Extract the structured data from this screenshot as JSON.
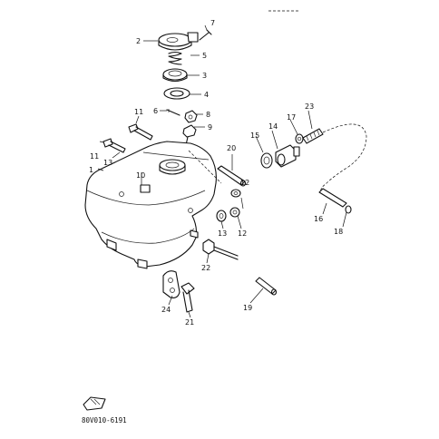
{
  "diagram": {
    "callouts": [
      {
        "id": "c1",
        "text": "1"
      },
      {
        "id": "c2",
        "text": "2"
      },
      {
        "id": "c3",
        "text": "3"
      },
      {
        "id": "c4",
        "text": "4"
      },
      {
        "id": "c5",
        "text": "5"
      },
      {
        "id": "c6",
        "text": "6"
      },
      {
        "id": "c7",
        "text": "7"
      },
      {
        "id": "c8",
        "text": "8"
      },
      {
        "id": "c9",
        "text": "9"
      },
      {
        "id": "c10",
        "text": "10"
      },
      {
        "id": "c11a",
        "text": "11"
      },
      {
        "id": "c11b",
        "text": "11"
      },
      {
        "id": "c12a",
        "text": "12"
      },
      {
        "id": "c12b",
        "text": "12"
      },
      {
        "id": "c13a",
        "text": "13"
      },
      {
        "id": "c13b",
        "text": "13"
      },
      {
        "id": "c14",
        "text": "14"
      },
      {
        "id": "c15",
        "text": "15"
      },
      {
        "id": "c16",
        "text": "16"
      },
      {
        "id": "c17",
        "text": "17"
      },
      {
        "id": "c18",
        "text": "18"
      },
      {
        "id": "c19",
        "text": "19"
      },
      {
        "id": "c20",
        "text": "20"
      },
      {
        "id": "c21",
        "text": "21"
      },
      {
        "id": "c22",
        "text": "22"
      },
      {
        "id": "c23",
        "text": "23"
      },
      {
        "id": "c24",
        "text": "24"
      }
    ],
    "figure_code": "80V010-6191"
  }
}
